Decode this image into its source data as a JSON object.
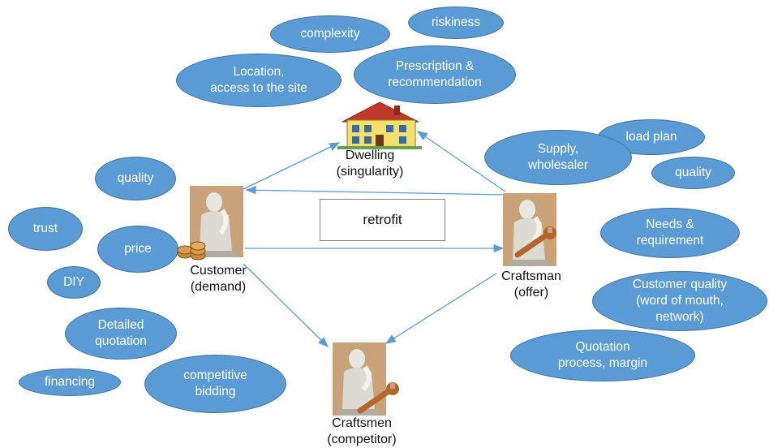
{
  "nodes": {
    "dwelling": "Dwelling\n(singularity)",
    "customer": "Customer\n(demand)",
    "craftsman": "Craftsman\n(offer)",
    "competitor": "Craftsmen\n(competitor)"
  },
  "center_box": "retrofit",
  "bubbles": {
    "complexity": "complexity",
    "riskiness": "riskiness",
    "location": "Location,\naccess to the site",
    "prescription": "Prescription &\nrecommendation",
    "load_plan": "load plan",
    "supply": "Supply,\nwholesaler",
    "quality_right": "quality",
    "needs": "Needs &\nrequirement",
    "customer_quality": "Customer quality\n(word of mouth,\nnetwork)",
    "quotation_process": "Quotation\nprocess, margin",
    "quality_left": "quality",
    "trust": "trust",
    "price": "price",
    "diy": "DIY",
    "detailed_quotation": "Detailed\nquotation",
    "financing": "financing",
    "competitive_bidding": "competitive\nbidding"
  },
  "colors": {
    "bubble_fill": "#5b9bd5",
    "bubble_border": "#41719c",
    "arrow": "#5b9bd5"
  },
  "icons": {
    "dwelling": "house-icon",
    "customer": "statue-thinker-icon",
    "craftsman": "statue-wrench-icon",
    "competitor": "statue-wrench-icon",
    "money": "coins-icon"
  }
}
